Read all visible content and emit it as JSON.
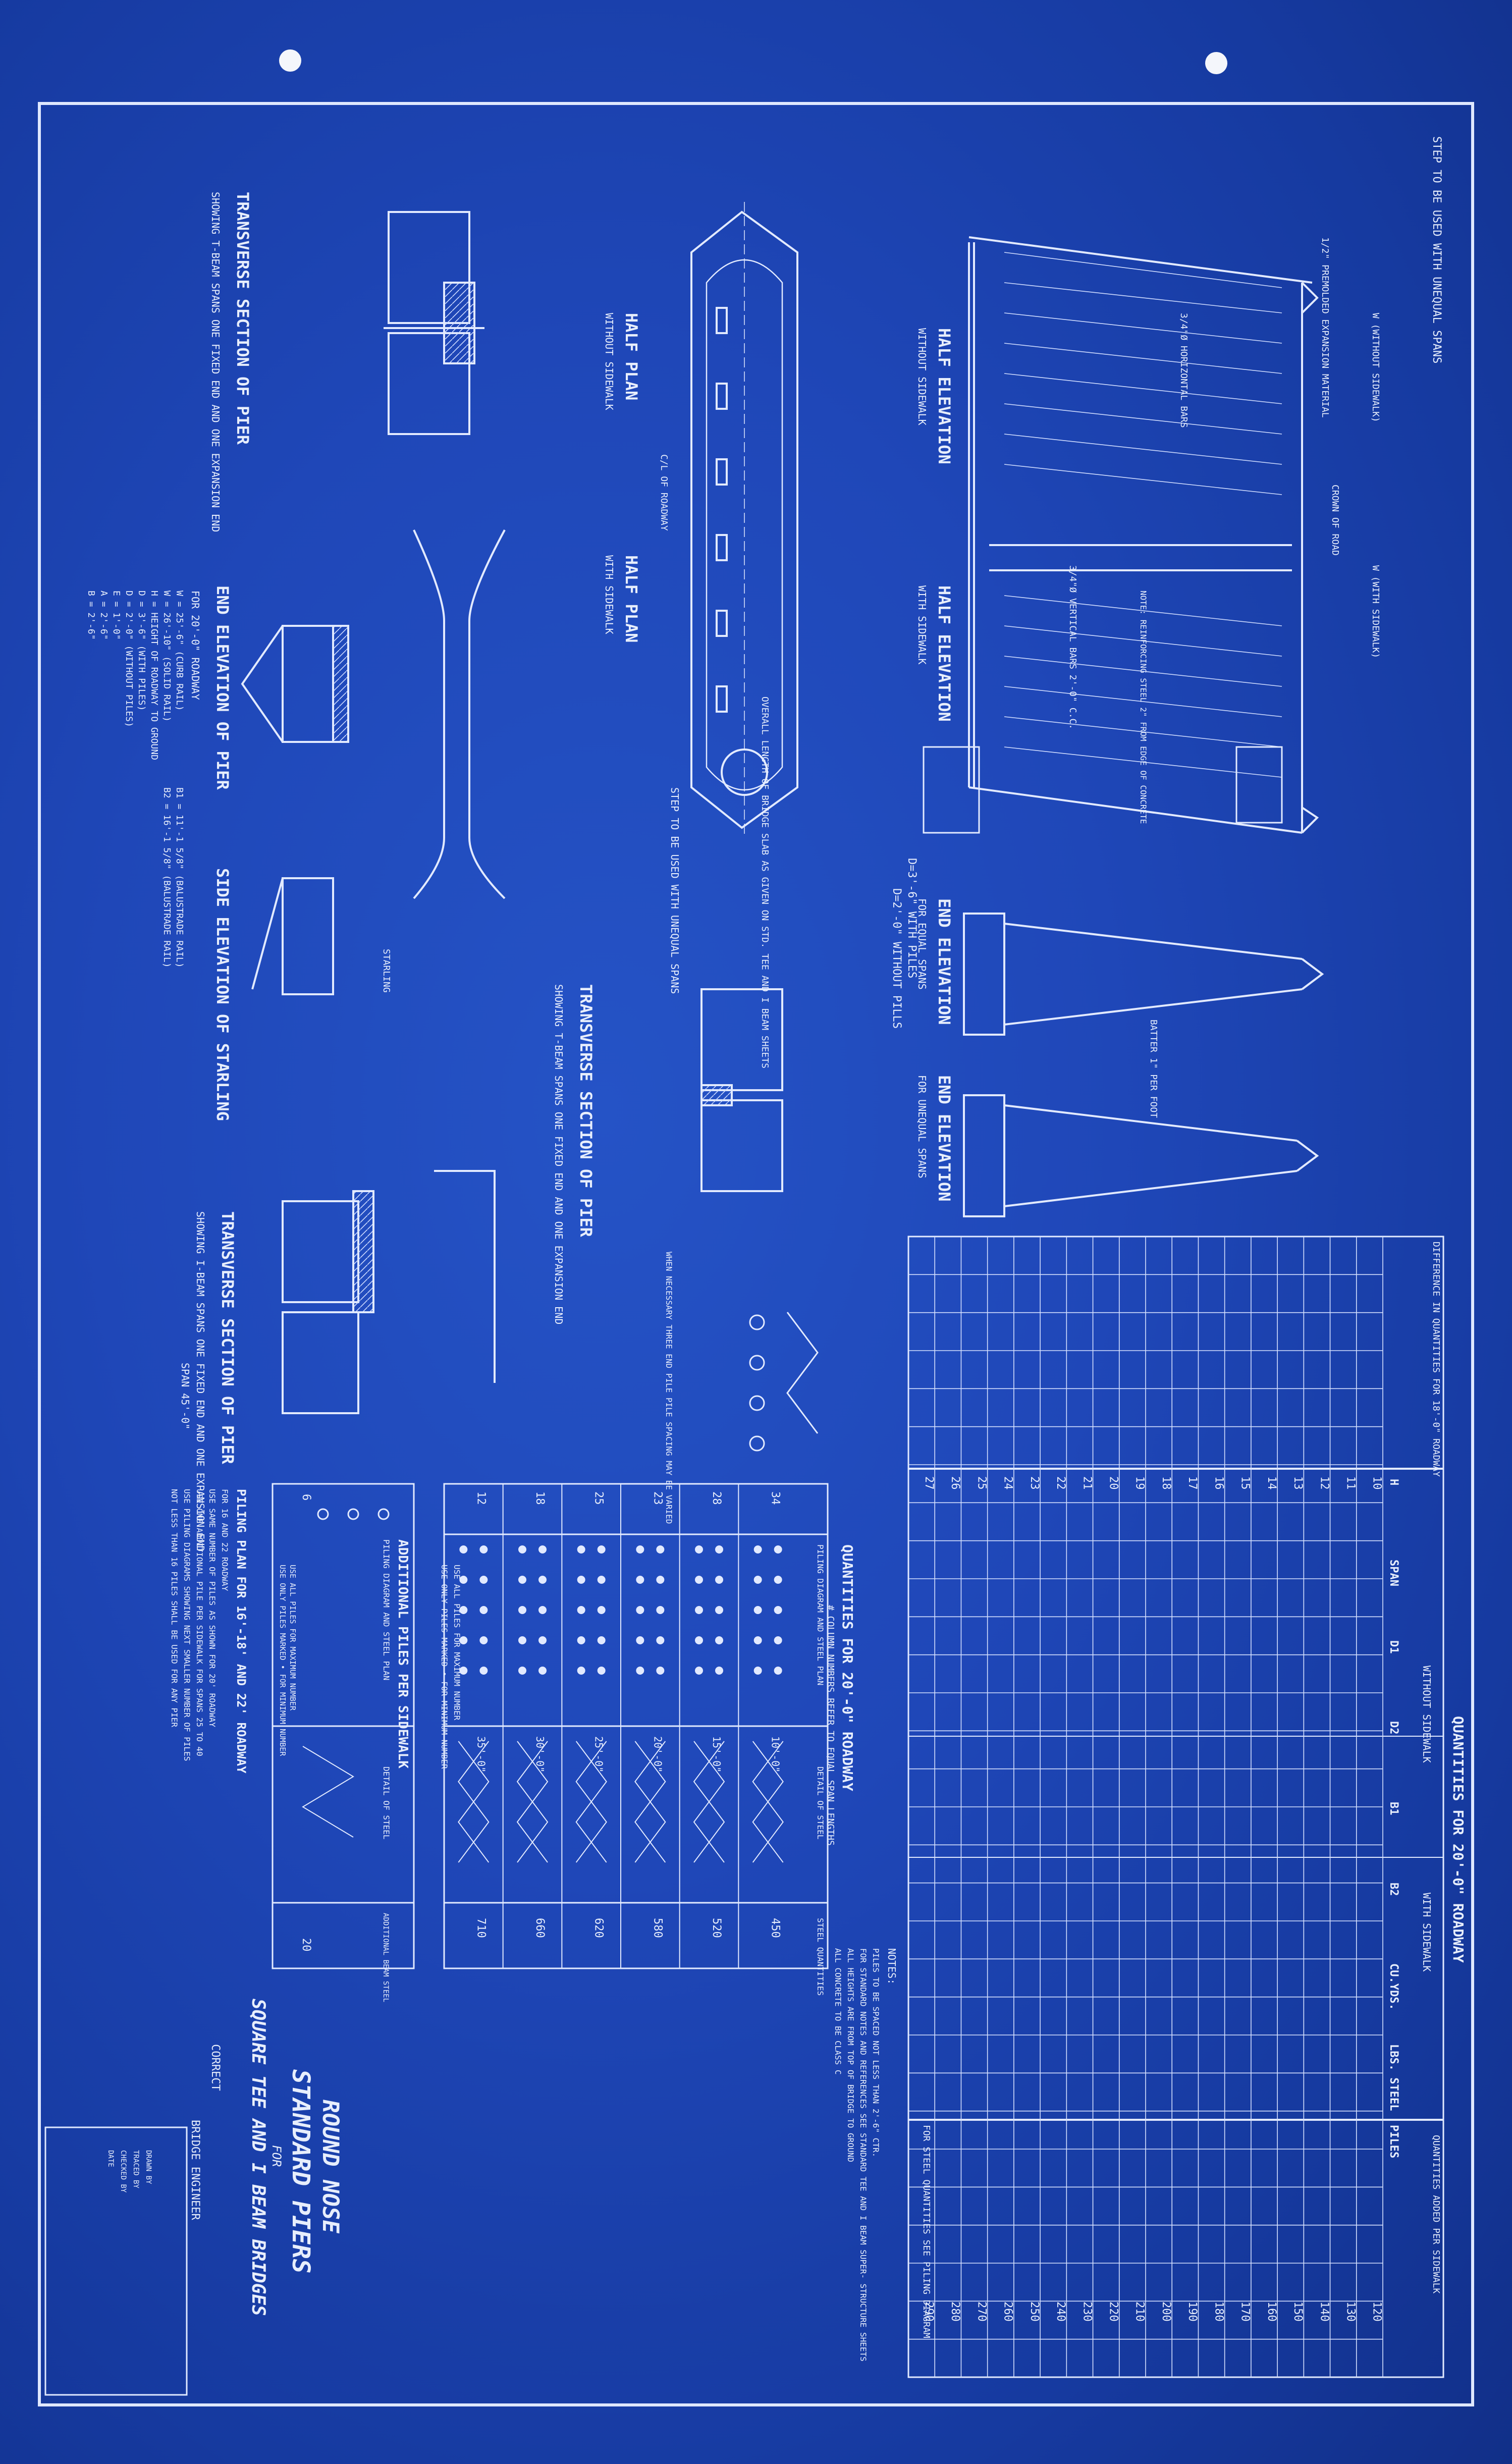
{
  "title": {
    "line1": "ROUND NOSE",
    "line2": "STANDARD PIERS",
    "line3": "FOR",
    "line4": "SQUARE TEE AND I BEAM BRIDGES"
  },
  "approval": {
    "correct": "CORRECT",
    "role": "BRIDGE ENGINEER"
  },
  "notes": {
    "top_step": "STEP TO BE USED WITH UNEQUAL SPANS",
    "premolded": "1/2\" PREMOLDED EXPANSION MATERIAL",
    "w_without": "W (WITHOUT SIDEWALK)",
    "w_with": "W (WITH SIDEWALK)",
    "crown": "CROWN OF ROAD",
    "horiz_bars": "3/4\"Ø HORIZONTAL BARS",
    "vert_bars": "3/4\"Ø VERTICAL BARS 2'-0\" C.C.",
    "note_steel": "NOTE: REINFORCING STEEL 2\" FROM EDGE OF CONCRETE",
    "d_piles": "D=3'-6\" WITH PILES",
    "d_without": "D=2'-0\" WITHOUT PILLS",
    "overall_len": "OVERALL LENGTH OF BRIDGE SLAB AS GIVEN ON STD. TEE AND I BEAM SHEETS",
    "step_unequal": "STEP TO BE USED WITH UNEQUAL SPANS",
    "batter": "BATTER 1\" PER FOOT",
    "roadway_cl": "C/L OF ROADWAY",
    "premolded2": "1/2\" PREMOLDED EXPANSION MATERIAL",
    "starling": "STARLING",
    "use_all": "USE ALL PILES FOR MAXIMUM NUMBER",
    "use_only": "USE ONLY PILES MARKED • FOR MINIMUM NUMBER",
    "use_all2": "USE ALL PILES FOR MAXIMUM NUMBER",
    "use_only2": "USE ONLY PILES MARKED • FOR MINIMUM NUMBER",
    "pile_spacing": "WHEN NECESSARY THREE END PILE PILE SPACING MAY BE VARIED",
    "column_ref": "# COLUMN NUMBERS REFER TO EQUAL SPAN LENGTHS",
    "steel_note": "FOR STEEL QUANTITIES SEE PILING DIAGRAM"
  },
  "views": {
    "half_elev_no_sw": "HALF ELEVATION",
    "half_elev_no_sw_sub": "WITHOUT SIDEWALK",
    "half_elev_sw": "HALF ELEVATION",
    "half_elev_sw_sub": "WITH SIDEWALK",
    "end_elev_equal": "END ELEVATION",
    "end_elev_equal_sub": "FOR EQUAL SPANS",
    "end_elev_unequal": "END ELEVATION",
    "end_elev_unequal_sub": "FOR UNEQUAL SPANS",
    "half_plan_no_sw": "HALF PLAN",
    "half_plan_no_sw_sub": "WITHOUT SIDEWALK",
    "half_plan_sw": "HALF PLAN",
    "half_plan_sw_sub": "WITH SIDEWALK",
    "trans_section_1": "TRANSVERSE SECTION OF PIER",
    "trans_section_1_sub": "SHOWING T-BEAM SPANS ONE FIXED END AND ONE EXPANSION END",
    "end_elev_pier": "END ELEVATION OF PIER",
    "side_elev_starling": "SIDE ELEVATION OF STARLING",
    "trans_section_2": "TRANSVERSE SECTION OF PIER",
    "trans_section_2_sub": "SHOWING T-BEAM SPANS ONE FIXED END AND ONE EXPANSION END",
    "trans_section_3": "TRANSVERSE SECTION OF PIER",
    "trans_section_3_sub": "SHOWING I-BEAM SPANS ONE FIXED END AND ONE EXPANSION END",
    "span_note": "SPAN 45'-0\""
  },
  "roadway_dims": {
    "heading": "FOR 20'-0\" ROADWAY",
    "w1": "W = 25'-6\" (CURB RAIL)",
    "w2": "W = 26'-10\" (SOLID RAIL)",
    "b1": "B1 = 11'-1 5/8\" (BALUSTRADE RAIL)",
    "b2": "B2 = 16'-1 5/8\" (BALUSTRADE RAIL)",
    "h": "H = HEIGHT OF ROADWAY TO GROUND",
    "d1": "D = 3'-6\" (WITH PILES)",
    "d2": "D = 2'-0\" (WITHOUT PILES)",
    "e": "E = 1'-0\"",
    "a": "A = 2'-6\"",
    "b": "B = 2'-6\""
  },
  "quantities_main": {
    "title": "QUANTITIES FOR 20'-0\" ROADWAY",
    "left_group": "DIFFERENCE IN QUANTITIES FOR 18'-0\" ROADWAY",
    "without_sw": "WITHOUT SIDEWALK",
    "with_sw": "WITH SIDEWALK",
    "right_group": "QUANTITIES ADDED PER SIDEWALK",
    "col_headers": [
      "H",
      "SPAN",
      "D1",
      "D2",
      "B1",
      "B2",
      "CU.YDS.",
      "LBS. STEEL",
      "PILES"
    ],
    "h_values": [
      "10",
      "11",
      "12",
      "13",
      "14",
      "15",
      "16",
      "17",
      "18",
      "19",
      "20",
      "21",
      "22",
      "23",
      "24",
      "25",
      "26",
      "27"
    ],
    "right_values": [
      "120",
      "130",
      "140",
      "150",
      "160",
      "170",
      "180",
      "190",
      "200",
      "210",
      "220",
      "230",
      "240",
      "250",
      "260",
      "270",
      "280",
      "290"
    ]
  },
  "quantities_piles": {
    "title": "QUANTITIES FOR 20'-0\" ROADWAY",
    "subtitle": "PILING DIAGRAM AND STEEL PLAN",
    "detail": "DETAIL OF STEEL",
    "steel": "STEEL QUANTITIES",
    "rows": [
      {
        "piles": "34",
        "span": "10'-0\"",
        "steel": "450"
      },
      {
        "piles": "28",
        "span": "15'-0\"",
        "steel": "520"
      },
      {
        "piles": "23",
        "span": "20'-0\"",
        "steel": "580"
      },
      {
        "piles": "25",
        "span": "25'-0\"",
        "steel": "620"
      },
      {
        "piles": "18",
        "span": "30'-0\"",
        "steel": "660"
      },
      {
        "piles": "12",
        "span": "35'-0\"",
        "steel": "710"
      }
    ]
  },
  "additional_piles": {
    "title": "ADDITIONAL PILES PER SIDEWALK",
    "sub": "PILING DIAGRAM AND STEEL PLAN",
    "detail": "DETAIL OF STEEL",
    "steel": "ADDITIONAL BEAM STEEL",
    "piles": "6",
    "value": "20"
  },
  "piling_plan": {
    "title": "PILING PLAN FOR 16'-18' AND 22' ROADWAY",
    "line1": "FOR 16 AND 22 ROADWAY",
    "line2": "USE SAME NUMBER OF PILES AS SHOWN FOR 20' ROADWAY",
    "line3": "USE ONE ADDITIONAL PILE PER SIDEWALK FOR SPANS 25 TO 40",
    "line4": "USE PILING DIAGRAMS SHOWING NEXT SMALLER NUMBER OF PILES",
    "line5": "NOT LESS THAN 16 PILES SHALL BE USED FOR ANY PIER"
  },
  "general_notes": {
    "heading": "NOTES:",
    "n1": "PILES TO BE SPACED NOT LESS THAN 2'-6\" CTR.",
    "n2": "FOR STANDARD NOTES AND REFERENCES SEE STANDARD TEE AND I BEAM SUPER- STRUCTURE SHEETS",
    "n3": "ALL HEIGHTS ARE FROM TOP OF BRIDGE TO GROUND",
    "n4": "ALL CONCRETE TO BE CLASS C"
  },
  "title_block": {
    "drawn": "DRAWN BY",
    "traced": "TRACED BY",
    "checked": "CHECKED BY",
    "date": "DATE"
  }
}
